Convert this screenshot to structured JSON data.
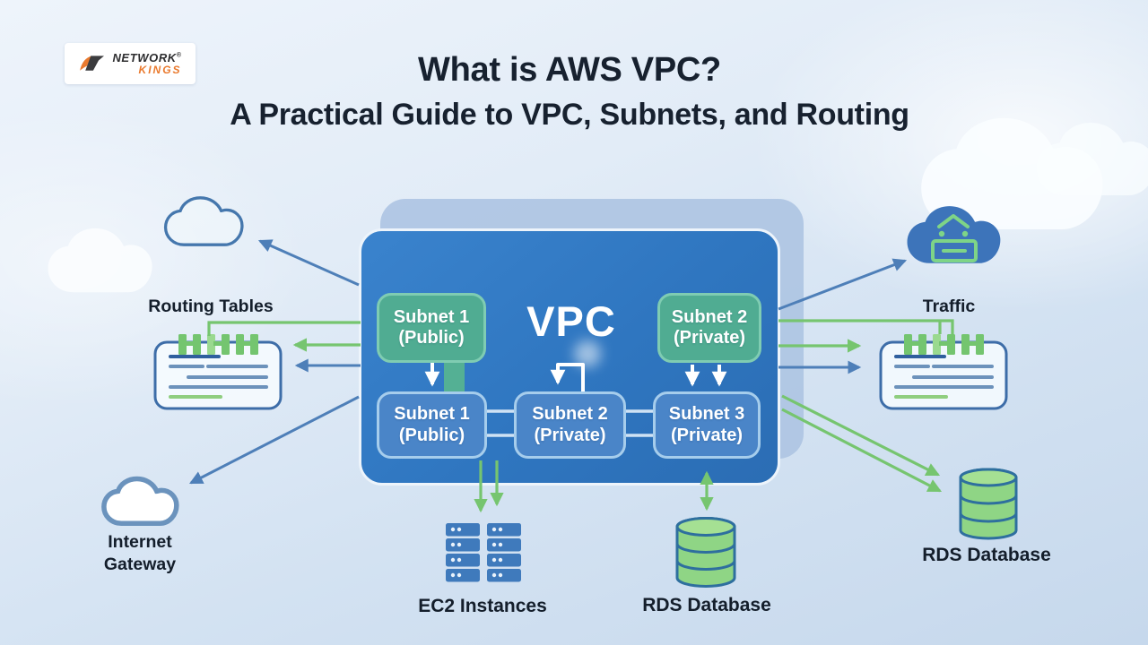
{
  "page": {
    "title_line1": "What is AWS VPC?",
    "title_line2": "A Practical Guide to VPC, Subnets, and Routing"
  },
  "logo": {
    "line1": "NETWORK",
    "reg_mark": "®",
    "line2": "KINGS"
  },
  "vpc": {
    "label": "VPC",
    "top_subnets": [
      {
        "line1": "Subnet 1",
        "line2": "(Public)"
      },
      {
        "line1": "Subnet 2",
        "line2": "(Private)"
      }
    ],
    "bottom_subnets": [
      {
        "line1": "Subnet 1",
        "line2": "(Public)"
      },
      {
        "line1": "Subnet 2",
        "line2": "(Private)"
      },
      {
        "line1": "Subnet 3",
        "line2": "(Private)"
      }
    ]
  },
  "labels": {
    "routing_tables": "Routing Tables",
    "traffic": "Traffic",
    "internet_gateway_line1": "Internet",
    "internet_gateway_line2": "Gateway",
    "ec2_instances": "EC2 Instances",
    "rds_database_center": "RDS Database",
    "rds_database_right": "RDS Database"
  },
  "icons": {
    "routing-cloud-icon": "outlined-cloud-shape",
    "decor-cloud-icon": "white-cloud-shape",
    "internet-gateway-cloud-icon": "white-cloud-thick-outline",
    "traffic-cloud-icon": "blue-cloud-with-green-gateway-glyph",
    "routing-table-icon": "document-card-with-green-connector-pins",
    "ec2-servers-icon": "stacked-blue-server-bars",
    "rds-database-icon": "green-database-cylinder"
  },
  "colors": {
    "background_top": "#eef4fb",
    "background_bottom": "#c6d8ec",
    "vpc_fill": "#2f76c0",
    "vpc_shadow": "#adc4e2",
    "subnet_public_fill": "#50ac92",
    "subnet_private_fill": "#4a85c8",
    "green_accent": "#76c56f",
    "blue_accent": "#4e7fb8",
    "rds_fill": "#8fd585",
    "server_fill": "#3f7abc",
    "logo_orange": "#ea7a2e",
    "title_text": "#17212f"
  }
}
